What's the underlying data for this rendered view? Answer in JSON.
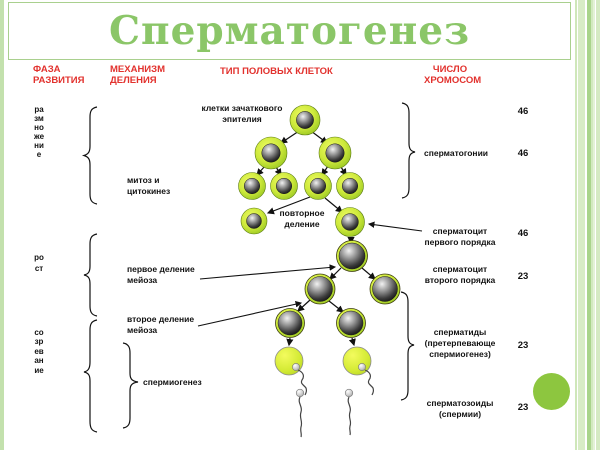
{
  "title": "Сперматогенез",
  "columns": [
    {
      "label": "ФАЗА РАЗВИТИЯ"
    },
    {
      "label": "МЕХАНИЗМ ДЕЛЕНИЯ"
    },
    {
      "label": "ТИП ПОЛОВЫХ КЛЕТОК"
    },
    {
      "label": "ЧИСЛО ХРОМОСОМ"
    }
  ],
  "phases": [
    {
      "label": "размножение"
    },
    {
      "label": "рост"
    },
    {
      "label": "созревание"
    }
  ],
  "mechanisms": [
    {
      "label": "митоз и цитокинез"
    },
    {
      "label": "первое деление мейоза"
    },
    {
      "label": "второе деление мейоза"
    },
    {
      "label": "спермиогенез"
    }
  ],
  "diagram_labels": {
    "germ_epithelium": "клетки зачаткового эпителия",
    "repeated_division": "повторное деление"
  },
  "cell_types": {
    "spermatogonia": "сперматогонии",
    "spermatocyte_1": "сперматоцит первого порядка",
    "spermatocyte_2": "сперматоцит второго порядка",
    "spermatids": "сперматиды (претерпевающе спермиогенез)",
    "spermatozoa": "сперматозоиды (спермии)"
  },
  "counts": [
    "46",
    "46",
    "46",
    "23",
    "23",
    "23"
  ],
  "colors": {
    "title_green": "#8bc668",
    "header_red": "#e2312d",
    "cell_ring_lime": "#cde93b",
    "accent_circle_green": "#8dc63f",
    "frame_green": "#c3e1ad"
  }
}
